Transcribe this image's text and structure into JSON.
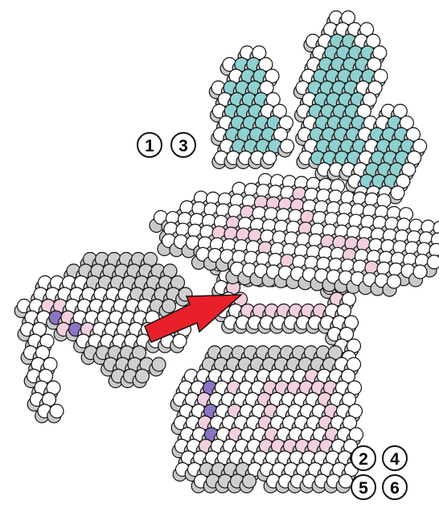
{
  "step_labels": {
    "top_group": [
      "1",
      "3"
    ],
    "bottom_group": [
      "2",
      "4",
      "5",
      "6"
    ]
  },
  "colors": {
    "bead_white": "#ffffff",
    "bead_outline": "#111111",
    "bead_side": "#c9c9c9",
    "bead_gray": "#cfcfcf",
    "bead_teal": "#8fd0d0",
    "bead_pink": "#f3cfe0",
    "bead_purple": "#8c74c4",
    "arrow": "#e8202a"
  },
  "icons": {
    "arrow": "assembly-arrow-icon"
  }
}
